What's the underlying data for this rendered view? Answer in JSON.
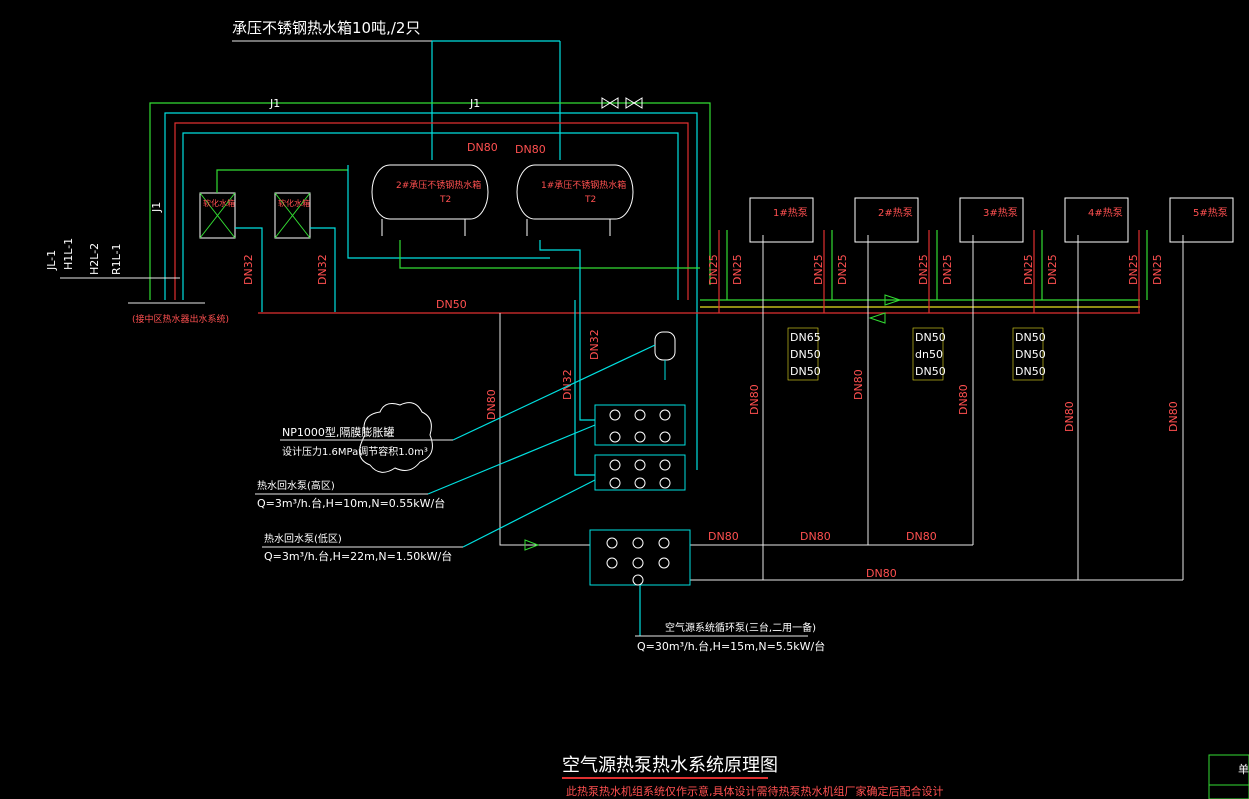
{
  "top_label": "承压不锈钢热水箱10吨,/2只",
  "pipe_j1": "J1",
  "left_labels": {
    "jl": "JL-1",
    "h1l": "H1L-1",
    "h2l": "H2L-2",
    "r1l": "R1L-1"
  },
  "left_note": "(接中区热水器出水系统)",
  "tanks": {
    "tank2": "2#承压不锈钢热水箱",
    "tank1": "1#承压不锈钢热水箱",
    "t2": "T2",
    "dn80_a": "DN80",
    "dn80_b": "DN80"
  },
  "softeners": {
    "a": "软化水箱",
    "b": "软化水箱"
  },
  "heat_pumps": [
    "1#热泵",
    "2#热泵",
    "3#热泵",
    "4#热泵",
    "5#热泵"
  ],
  "dn25": "DN25",
  "dn32": "DN32",
  "dn50": "DN50",
  "dn80": "DN80",
  "dn_stack_a": [
    "DN65",
    "DN50",
    "DN50"
  ],
  "dn_stack_b": [
    "DN50",
    "dn50",
    "DN50"
  ],
  "dn_stack_c": [
    "DN50",
    "DN50",
    "DN50"
  ],
  "expansion": {
    "line1": "NP1000型,隔膜膨胀罐",
    "line2": "设计压力1.6MPa调节容积1.0m³"
  },
  "pump_high": {
    "title": "热水回水泵(高区)",
    "spec": "Q=3m³/h.台,H=10m,N=0.55kW/台"
  },
  "pump_low": {
    "title": "热水回水泵(低区)",
    "spec": "Q=3m³/h.台,H=22m,N=1.50kW/台"
  },
  "pump_circ": {
    "title": "空气源系统循环泵(三台,二用一备)",
    "spec": "Q=30m³/h.台,H=15m,N=5.5kW/台"
  },
  "main_title": "空气源热泵热水系统原理图",
  "subtitle": "此热泵热水机组系统仅作示意,具体设计需待热泵热水机组厂家确定后配合设计",
  "corner_label": "单"
}
